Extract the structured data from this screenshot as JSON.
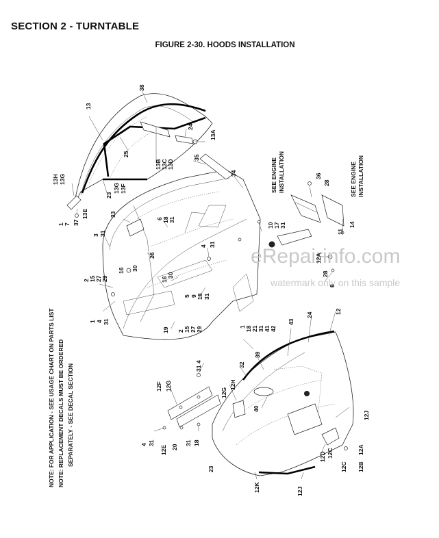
{
  "header": {
    "section_title": "SECTION 2 - TURNTABLE",
    "figure_title": "FIGURE 2-30. HOODS INSTALLATION"
  },
  "notes": [
    "NOTE:  FOR  APPLICATION - SEE USAGE CHART  ON PARTS LIST",
    "NOTE:  REPLACEMENT DECALS MUST BE ORDERED",
    "SEPARATELY - SEE DECAL SECTION"
  ],
  "references": {
    "see_engine_left": [
      "SEE ENGINE",
      "INSTALLATION"
    ],
    "see_engine_right": [
      "SEE ENGINE",
      "INSTALLATION"
    ]
  },
  "watermark": {
    "brand": "eRepairinfo.com",
    "note": "watermark only on this sample"
  },
  "callouts": {
    "c38": "38",
    "c13": "13",
    "c24": "24",
    "c13a": "13A",
    "c25": "25",
    "c13b": "13B",
    "c13c": "13C",
    "c13d": "13D",
    "c35": "35",
    "c34": "34",
    "c13h": "13H",
    "c13g_a": "13G",
    "c23_a": "23",
    "c13g_b": "13G",
    "c13f": "13F",
    "c1_a": "1",
    "c7": "7",
    "c37": "37",
    "c13e": "13E",
    "c33": "33",
    "c3": "3",
    "c31_a": "31",
    "c6": "6",
    "c18_a": "18",
    "c31_b": "31",
    "c10": "10",
    "c17": "17",
    "c31_c": "31",
    "c4_a": "4",
    "c31_d": "31",
    "c26": "26",
    "c16_a": "16",
    "c30_a": "30",
    "c16_b": "16",
    "c30_b": "30",
    "c2_a": "2",
    "c15_a": "15",
    "c27_a": "27",
    "c29_a": "29",
    "c5": "5",
    "c9": "9",
    "c18_b": "18",
    "c31_e": "31",
    "c1_b": "1",
    "c4_b": "4",
    "c31_f": "31",
    "c19": "19",
    "c2_b": "2",
    "c15_b": "15",
    "c27_b": "27",
    "c29_b": "29",
    "c1_c": "1",
    "c18_c": "18",
    "c21": "21",
    "c31_g": "31",
    "c41": "41",
    "c42": "42",
    "c43": "43",
    "c24_b": "24",
    "c12": "12",
    "c39": "39",
    "c32": "32",
    "c31_h": "31",
    "c4_c": "4",
    "c12h": "12H",
    "c12g_a": "12G",
    "c12g_b": "12G",
    "c12f": "12F",
    "c40": "40",
    "c12j_a": "12J",
    "c4_d": "4",
    "c31_i": "31",
    "c12e": "12E",
    "c20": "20",
    "c31_j": "31",
    "c18_d": "18",
    "c23_b": "23",
    "c12k": "12K",
    "c12j_b": "12J",
    "c12d": "12D",
    "c12c_a": "12C",
    "c12c_b": "12C",
    "c12b": "12B",
    "c12a_a": "12A",
    "c36": "36",
    "c28_a": "28",
    "c11": "11",
    "c14": "14",
    "c12a_b": "12A",
    "c28_b": "28",
    "c8": "8"
  }
}
